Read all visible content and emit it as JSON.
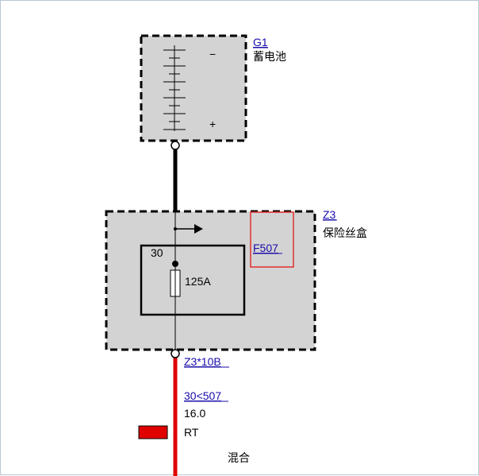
{
  "battery": {
    "ref": "G1",
    "name": "蓄电池",
    "minus_symbol": "−",
    "plus_symbol": "+"
  },
  "fusebox": {
    "ref": "Z3",
    "name": "保险丝盒",
    "fuse_ref": "F507",
    "terminal": "30",
    "rating": "125A"
  },
  "connector": {
    "ref": "Z3*10B"
  },
  "wire": {
    "circuit": "30<507",
    "gauge": "16.0",
    "color_code": "RT",
    "color_hex": "#e00000",
    "note": "混合"
  },
  "colors": {
    "box_fill": "#d3d3d3",
    "link": "#1a0dab",
    "highlight": "#e03030"
  }
}
